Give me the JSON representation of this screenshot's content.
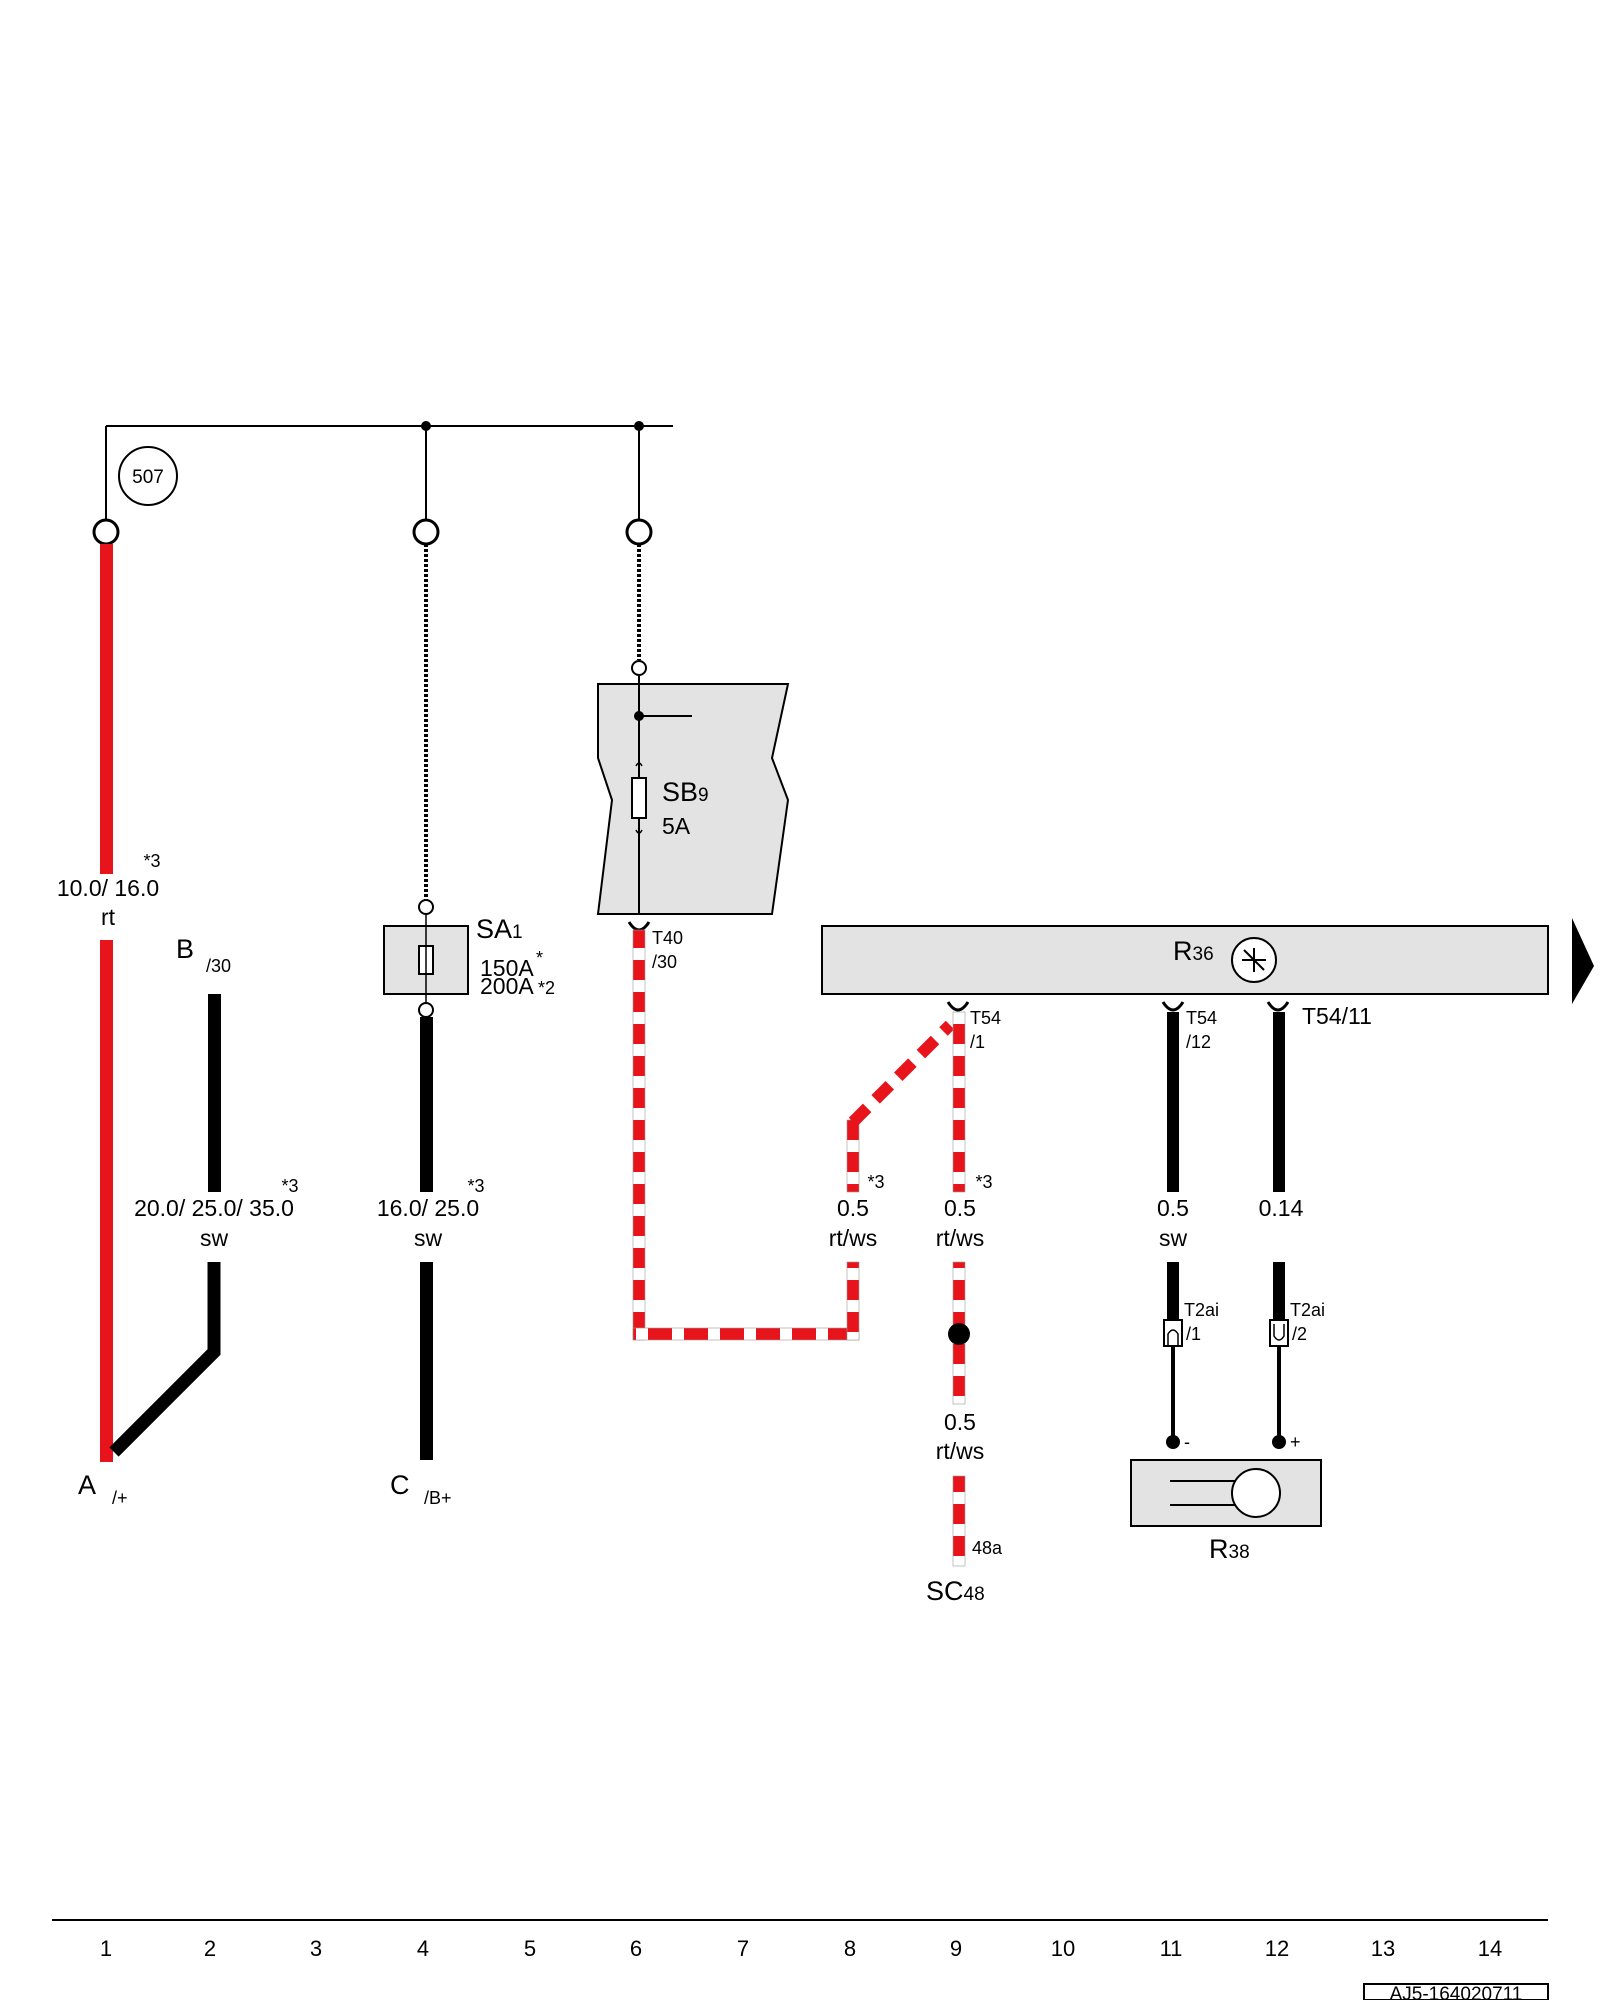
{
  "colors": {
    "red": "#e8141b",
    "white": "#ffffff",
    "black": "#000000",
    "component_fill": "#e3e3e3"
  },
  "junction_507": "507",
  "terminals": {
    "A": {
      "letter": "A",
      "sub": "/+"
    },
    "B": {
      "letter": "B",
      "sub": "/30"
    },
    "C": {
      "letter": "C",
      "sub": "/B+"
    }
  },
  "wires": {
    "w1": {
      "note": "*3",
      "size": "10.0/ 16.0",
      "color": "rt"
    },
    "w2": {
      "note": "*3",
      "size": "20.0/ 25.0/ 35.0",
      "color": "sw"
    },
    "w4": {
      "note": "*3",
      "size": "16.0/ 25.0",
      "color": "sw"
    },
    "w8": {
      "note": "*3",
      "size": "0.5",
      "color": "rt/ws"
    },
    "w9": {
      "note": "*3",
      "size": "0.5",
      "color": "rt/ws"
    },
    "w9b": {
      "size": "0.5",
      "color": "rt/ws"
    },
    "w11": {
      "size": "0.5",
      "color": "sw"
    },
    "w12": {
      "size": "0.14"
    }
  },
  "components": {
    "SA1": {
      "name": "SA",
      "index": "1",
      "rating1": "150A",
      "rating1_note": "*",
      "rating2": "200A",
      "rating2_note": "*2"
    },
    "SB9": {
      "name": "SB",
      "index": "9",
      "rating": "5A"
    },
    "R36": {
      "name": "R",
      "index": "36"
    },
    "R38": {
      "name": "R",
      "index": "38"
    },
    "SC48": {
      "name": "SC",
      "index": "48",
      "pin": "48a"
    }
  },
  "connectors": {
    "T40_30": {
      "code": "T40",
      "pin": "/30"
    },
    "T54_1": {
      "code": "T54",
      "pin": "/1"
    },
    "T54_12": {
      "code": "T54",
      "pin": "/12"
    },
    "T54_11": {
      "label": "T54/11"
    },
    "T2ai_1": {
      "code": "T2ai",
      "pin": "/1"
    },
    "T2ai_2": {
      "code": "T2ai",
      "pin": "/2"
    },
    "R38_minus": "-",
    "R38_plus": "+"
  },
  "column_numbers": [
    "1",
    "2",
    "3",
    "4",
    "5",
    "6",
    "7",
    "8",
    "9",
    "10",
    "11",
    "12",
    "13",
    "14"
  ],
  "diagram_code": "AJ5-164020711"
}
